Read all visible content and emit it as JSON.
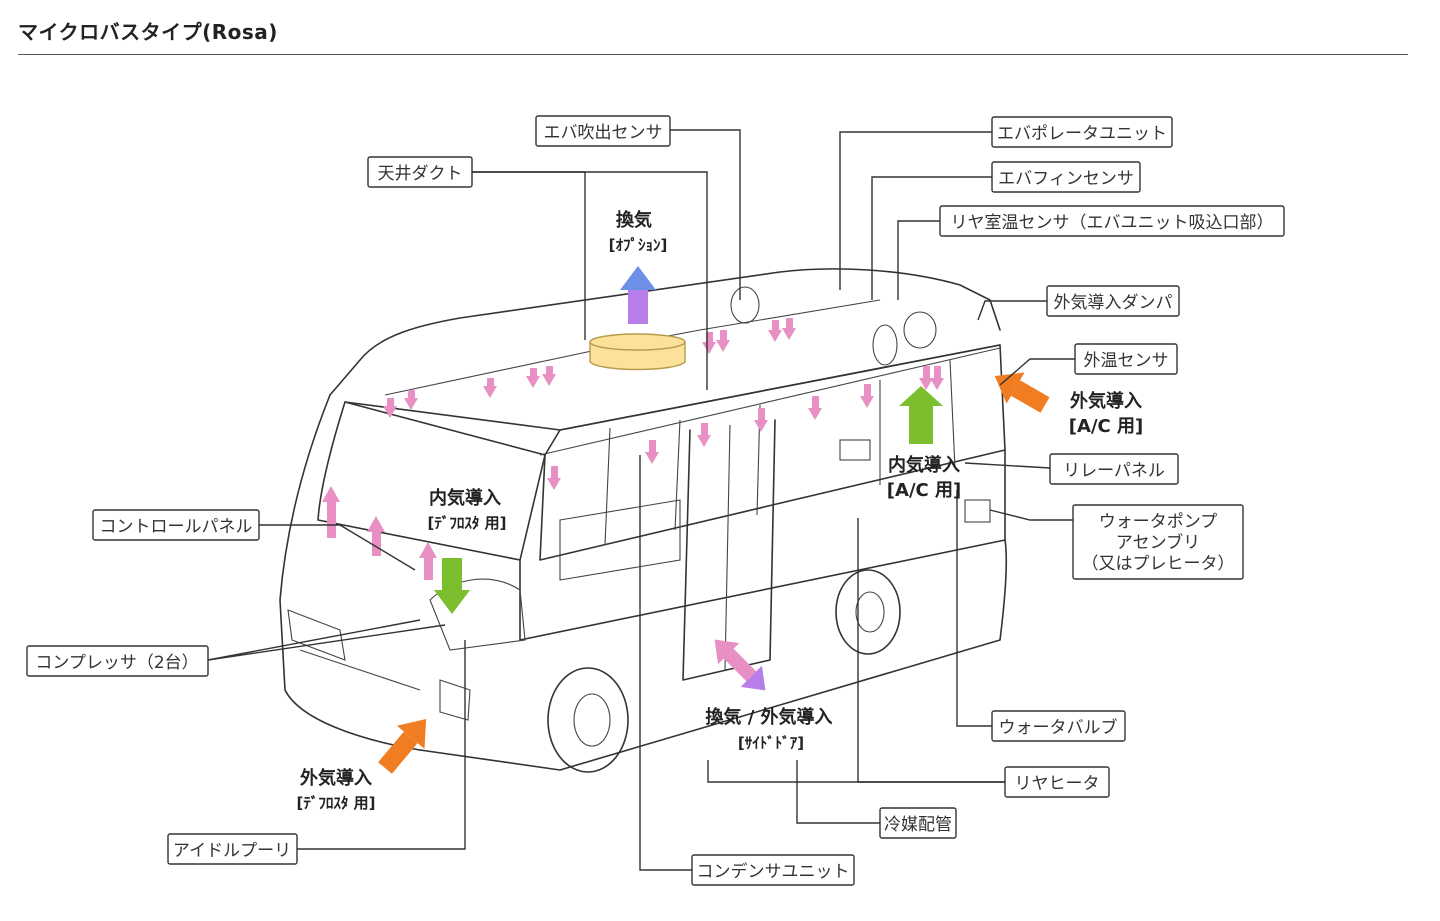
{
  "page": {
    "title": "マイクロバスタイプ(Rosa)"
  },
  "labels": {
    "evap_outlet_sensor": "エバ吹出センサ",
    "ceiling_duct": "天井ダクト",
    "evaporator_unit": "エバポレータユニット",
    "evap_fin_sensor": "エバフィンセンサ",
    "rear_room_temp_sensor": "リヤ室温センサ（エバユニット吸込口部）",
    "outside_air_damper": "外気導入ダンパ",
    "outside_temp_sensor": "外温センサ",
    "relay_panel": "リレーパネル",
    "water_pump_line1": "ウォータポンプ",
    "water_pump_line2": "アセンブリ",
    "water_pump_line3": "（又はプレヒータ）",
    "control_panel": "コントロールパネル",
    "compressor": "コンプレッサ（2台）",
    "water_valve": "ウォータバルブ",
    "rear_heater": "リヤヒータ",
    "refrigerant_piping": "冷媒配管",
    "idle_pulley": "アイドルプーリ",
    "condenser_unit": "コンデンサユニット"
  },
  "annotations": {
    "ventilation_title": "換気",
    "ventilation_sub": "[ｵﾌﾟｼｮﾝ]",
    "outside_ac_title": "外気導入",
    "outside_ac_sub": "[A/C 用]",
    "inside_ac_title": "内気導入",
    "inside_ac_sub": "[A/C 用]",
    "inside_defrost_title": "内気導入",
    "inside_defrost_sub": "[ﾃﾞﾌﾛｽﾀ 用]",
    "side_door_title": "換気 / 外気導入",
    "side_door_sub": "[ｻｲﾄﾞﾄﾞｱ]",
    "outside_defrost_title": "外気導入",
    "outside_defrost_sub": "[ﾃﾞﾌﾛｽﾀ 用]"
  },
  "colors": {
    "pink_arrow": "#e890c4",
    "purple_arrow": "#b77de8",
    "blue_arrow": "#6d8fe8",
    "green_arrow": "#7bbf2e",
    "orange_arrow": "#f07d22",
    "vent_fill": "#fbe19a"
  }
}
